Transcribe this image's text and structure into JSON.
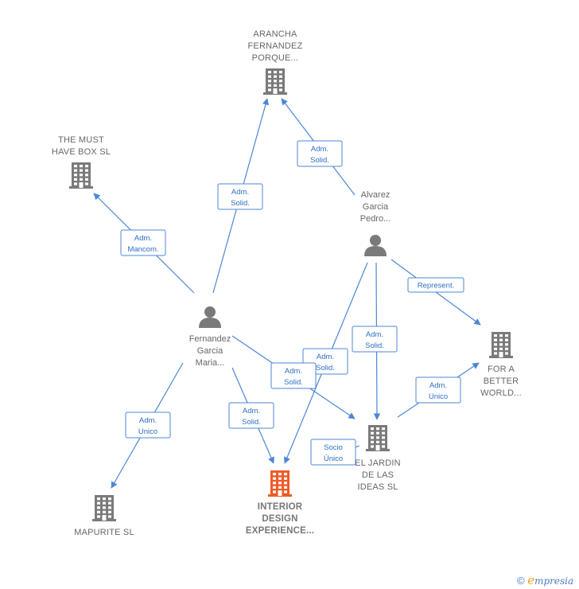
{
  "colors": {
    "edge": "#4a87d6",
    "node": "#7a7a7a",
    "highlight": "#f05a28",
    "brand_e": "#f7a11a",
    "brand_text": "#4a7bbf"
  },
  "nodes": [
    {
      "id": "arancha",
      "type": "company",
      "icon": "building-icon",
      "lines": [
        "ARANCHA",
        "FERNANDEZ",
        "PORQUE..."
      ]
    },
    {
      "id": "mustbox",
      "type": "company",
      "icon": "building-icon",
      "lines": [
        "THE MUST",
        "HAVE BOX  SL"
      ]
    },
    {
      "id": "alvarez",
      "type": "person",
      "icon": "person-icon",
      "lines": [
        "Alvarez",
        "Garcia",
        "Pedro..."
      ]
    },
    {
      "id": "fernandez",
      "type": "person",
      "icon": "person-icon",
      "lines": [
        "Fernandez",
        "Garcia",
        "Maria..."
      ]
    },
    {
      "id": "betterworld",
      "type": "company",
      "icon": "building-icon",
      "lines": [
        "FOR A",
        "BETTER",
        "WORLD..."
      ]
    },
    {
      "id": "jardin",
      "type": "company",
      "icon": "building-icon",
      "lines": [
        "EL JARDIN",
        "DE LAS",
        "IDEAS  SL"
      ]
    },
    {
      "id": "interior",
      "type": "company",
      "icon": "building-icon",
      "highlight": true,
      "lines": [
        "INTERIOR",
        "DESIGN",
        "EXPERIENCE..."
      ]
    },
    {
      "id": "mapurite",
      "type": "company",
      "icon": "building-icon",
      "lines": [
        "MAPURITE  SL"
      ]
    }
  ],
  "edges": [
    {
      "from": "fernandez",
      "to": "mustbox",
      "label": [
        "Adm.",
        "Mancom."
      ]
    },
    {
      "from": "fernandez",
      "to": "arancha",
      "label": [
        "Adm.",
        "Solid."
      ]
    },
    {
      "from": "alvarez",
      "to": "arancha",
      "label": [
        "Adm.",
        "Solid."
      ]
    },
    {
      "from": "alvarez",
      "to": "betterworld",
      "label": [
        "Represent."
      ]
    },
    {
      "from": "alvarez",
      "to": "jardin",
      "label": [
        "Adm.",
        "Solid."
      ]
    },
    {
      "from": "alvarez",
      "to": "interior",
      "label": [
        "Adm.",
        "Solid."
      ]
    },
    {
      "from": "fernandez",
      "to": "jardin",
      "label": [
        "Adm.",
        "Solid."
      ]
    },
    {
      "from": "fernandez",
      "to": "interior",
      "label": [
        "Adm.",
        "Solid."
      ]
    },
    {
      "from": "fernandez",
      "to": "mapurite",
      "label": [
        "Adm.",
        "Unico"
      ]
    },
    {
      "from": "jardin",
      "to": "betterworld",
      "label": [
        "Adm.",
        "Unico"
      ]
    },
    {
      "from": "jardin",
      "to": "interior",
      "label": [
        "Socio",
        "Único"
      ]
    }
  ],
  "footer": {
    "copyright": "©",
    "brand_e": "e",
    "brand_rest": "mpresia"
  }
}
